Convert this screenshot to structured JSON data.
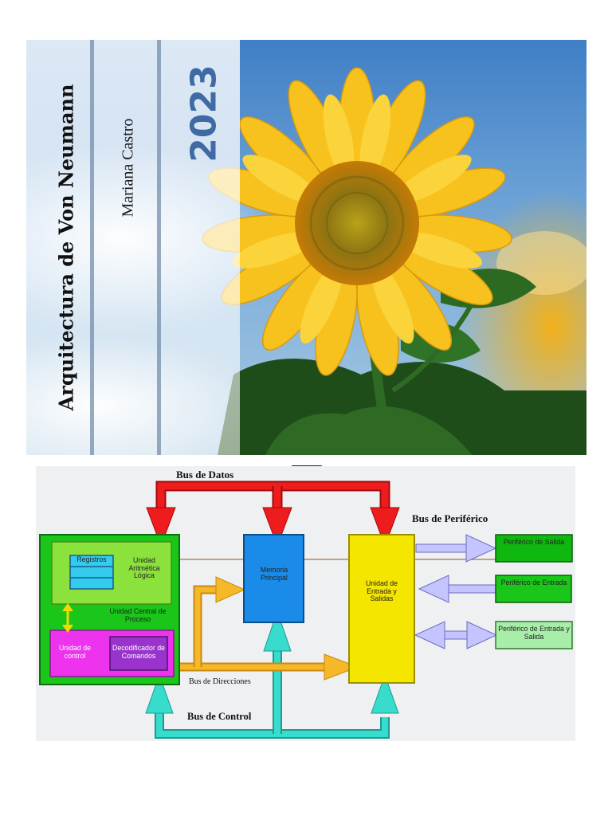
{
  "cover": {
    "title": "Arquitectura de Von Neumann",
    "author": "Mariana Castro",
    "year": "2023"
  },
  "diagram": {
    "buses": {
      "datos": "Bus de Datos",
      "periferico": "Bus de Periférico",
      "direcciones": "Bus de Direcciones",
      "control": "Bus de Control"
    },
    "blocks": {
      "registros": "Registros",
      "alu": "Unidad Aritmética Lógica",
      "cpu": "Unidad Central de Proceso",
      "control_unit": "Unidad de control",
      "decoder": "Decodificador de Comandos",
      "memory": "Memoria Principal",
      "io_unit": "Unidad de Entrada y Salidas",
      "periph_out": "Periférico de Salida",
      "periph_in": "Periférico de Entrada",
      "periph_io": "Periférico de Entrada y Salida"
    },
    "colors": {
      "cpu": "#19c619",
      "alu": "#8ce23c",
      "registers": "#33ccee",
      "control": "#ee33ee",
      "decoder": "#9933cc",
      "memory": "#1a8be8",
      "io": "#f5e600",
      "periph_out": "#0fb80f",
      "periph_in": "#19c619",
      "periph_io": "#a8eea8",
      "bus_data": "#ee1c1c",
      "bus_address": "#f5b828",
      "bus_control": "#38dccc",
      "bus_peripheral": "#c4c4ff"
    }
  }
}
